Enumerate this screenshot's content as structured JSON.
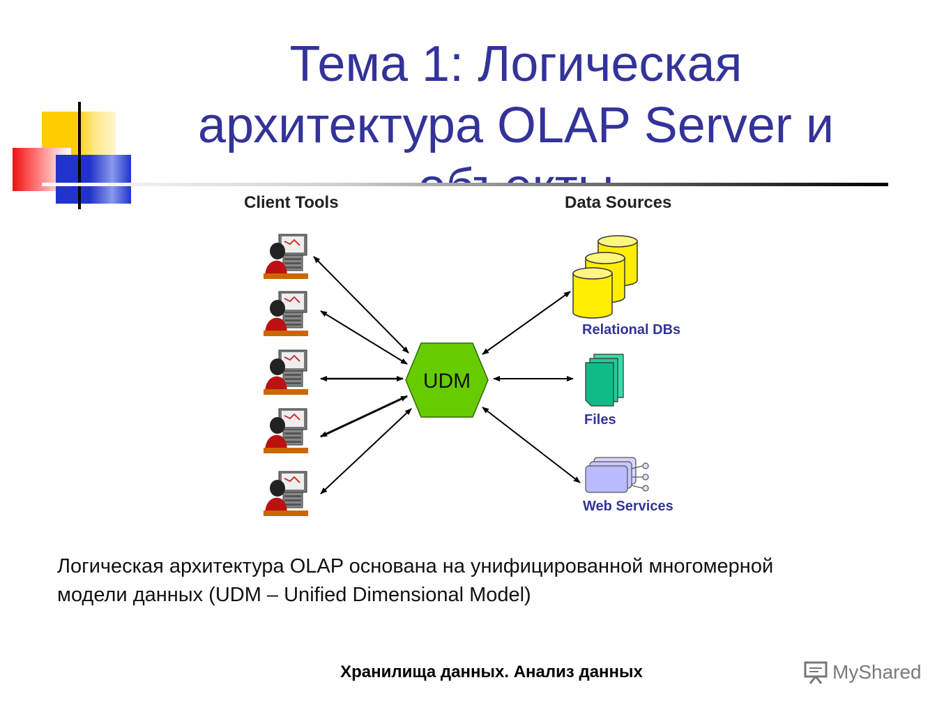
{
  "slide": {
    "title_line1": "Тема 1: Логическая",
    "title_line2": "архитектура OLAP Server и",
    "title_line3": "объекты",
    "caption_line1": "Логическая архитектура OLAP основана на унифицированной многомерной",
    "caption_line2": "модели данных (UDM – Unified Dimensional Model)",
    "footer": "Хранилища данных. Анализ данных"
  },
  "diagram": {
    "client_tools_label": "Client Tools",
    "data_sources_label": "Data Sources",
    "center_label": "UDM",
    "relational_label": "Relational DBs",
    "files_label": "Files",
    "web_services_label": "Web Services",
    "client_icon": "user-at-computer-icon",
    "colors": {
      "hexagon": "#66cc00",
      "database": "#ffee00",
      "files": "#11cc88",
      "web_services": "#c8c8ff",
      "source_label": "#333399",
      "title": "#333399"
    }
  },
  "watermark": {
    "text": "MyShared",
    "icon": "presentation-board-icon"
  }
}
